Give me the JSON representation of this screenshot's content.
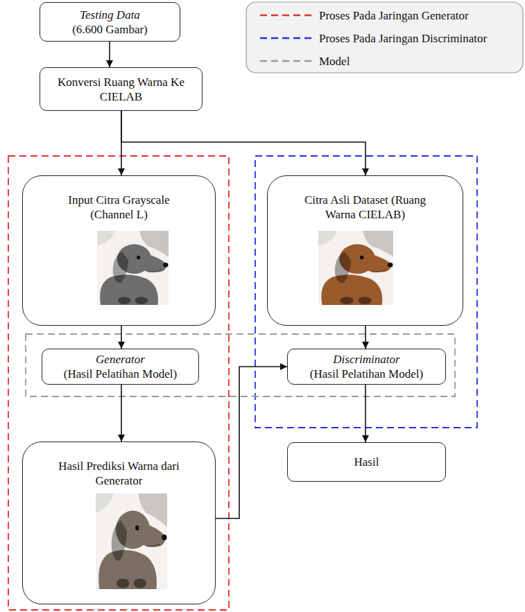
{
  "diagram": {
    "nodes": [
      {
        "text": [
          "Testing Data",
          "(6.600 Gambar)"
        ]
      },
      {
        "text": [
          "Konversi Ruang Warna Ke CIELAB"
        ]
      },
      {
        "text": [
          "Input Citra Grayscale (Channel L)"
        ]
      },
      {
        "text": [
          "Citra Asli Dataset (Ruang Warna CIELAB)"
        ]
      },
      {
        "text": [
          "Generator",
          "(Hasil Pelatihan Model)"
        ]
      },
      {
        "text": [
          "Discriminator",
          "(Hasil Pelatihan Model)"
        ]
      },
      {
        "text": [
          "Hasil Prediksi Warna dari Generator"
        ]
      },
      {
        "text": [
          "Hasil"
        ]
      }
    ],
    "edges": [
      {
        "from": 0,
        "to": 1,
        "arrow": "to"
      },
      {
        "from": 1,
        "to": 2,
        "arrow": "to"
      },
      {
        "from": 1,
        "to": 3,
        "arrow": "to"
      },
      {
        "from": 2,
        "to": 4,
        "arrow": "to"
      },
      {
        "from": 3,
        "to": 5,
        "arrow": "to"
      },
      {
        "from": 4,
        "to": 6,
        "arrow": "to"
      },
      {
        "from": 6,
        "to": 5,
        "arrow": "to"
      },
      {
        "from": 5,
        "to": 7,
        "arrow": "to"
      }
    ],
    "legend": [
      {
        "text": "Proses Pada Jaringan Generator"
      },
      {
        "text": "Proses Pada Jaringan Discriminator"
      },
      {
        "text": "Model"
      }
    ]
  }
}
